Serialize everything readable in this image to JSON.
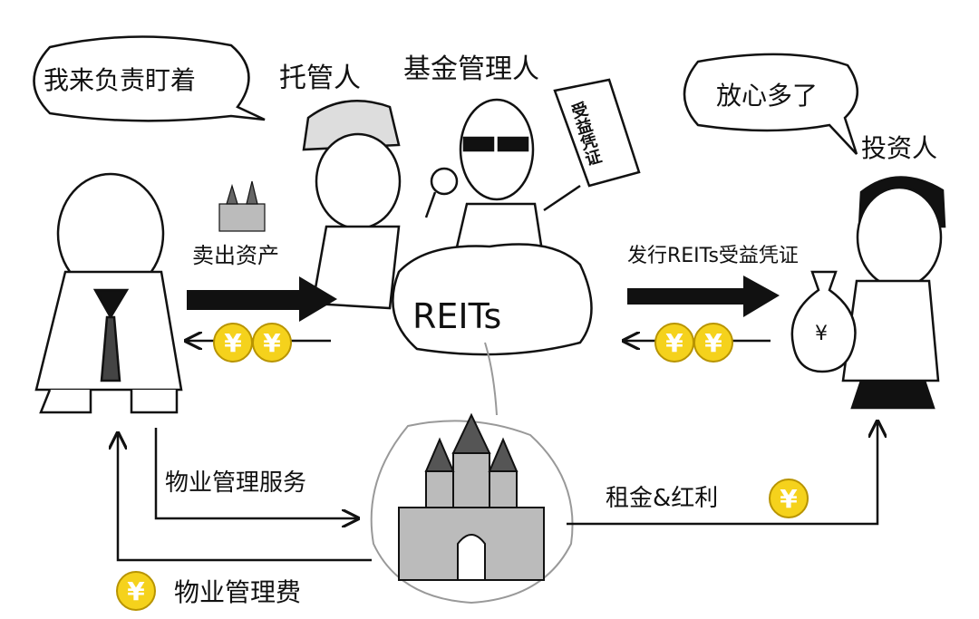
{
  "speech": {
    "left": "我来负责盯着",
    "right": "放心多了"
  },
  "roles": {
    "custodian": "托管人",
    "fund_manager": "基金管理人",
    "investor": "投资人"
  },
  "certificate_text": "受益凭证",
  "bag_label": "REITs",
  "investor_bag_symbol": "¥",
  "flows": {
    "sell_assets": "卖出资产",
    "issue_certificates": "发行REITs受益凭证",
    "property_service": "物业管理服务",
    "rent_dividends": "租金&红利",
    "property_fee": "物业管理费"
  },
  "coin_symbol": "¥",
  "colors": {
    "coin": "#f5d21c",
    "ink": "#111111"
  }
}
